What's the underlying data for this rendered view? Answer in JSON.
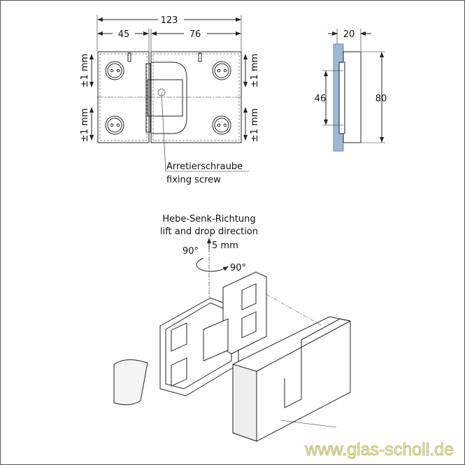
{
  "front_view": {
    "dim_total": "123",
    "dim_left": "45",
    "dim_right": "76",
    "tolerance_labels": [
      "±1 mm",
      "±1 mm",
      "±1 mm",
      "±1 mm"
    ],
    "callout_de": "Arretierschraube",
    "callout_en": "fixing screw"
  },
  "side_view": {
    "dim_width": "20",
    "dim_hole_spacing": "46",
    "dim_height": "80",
    "glass_color": "#9fb8d8"
  },
  "iso_view": {
    "direction_de": "Hebe-Senk-Richtung",
    "direction_en": "lift and drop direction",
    "angle_left": "90°",
    "lift_amount": "5 mm",
    "angle_right": "90°"
  },
  "watermark": "www.glas-scholl.de",
  "colors": {
    "watermark_fill": "#f4f08a",
    "line": "#222222"
  }
}
